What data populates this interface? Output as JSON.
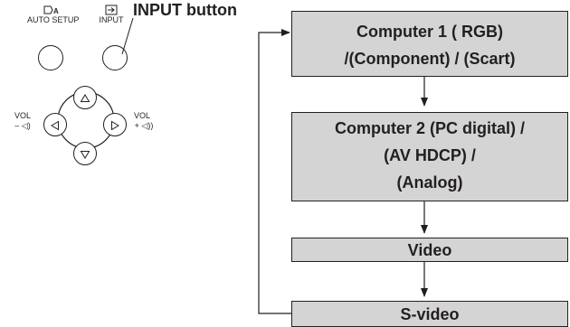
{
  "remote": {
    "auto_setup_label": "AUTO SETUP",
    "input_label": "INPUT",
    "vol_minus_label": "VOL",
    "vol_minus_symbol": "– ◁)",
    "vol_plus_label": "VOL",
    "vol_plus_symbol": "+ ◁))",
    "callout": "INPUT button"
  },
  "flow": {
    "boxes": [
      {
        "lines": [
          "Computer 1 ( RGB)",
          "/(Component) / (Scart)"
        ]
      },
      {
        "lines": [
          "Computer 2 (PC digital) /",
          "(AV HDCP) /",
          "(Analog)"
        ]
      },
      {
        "lines": [
          "Video"
        ]
      },
      {
        "lines": [
          "S-video"
        ]
      }
    ]
  }
}
